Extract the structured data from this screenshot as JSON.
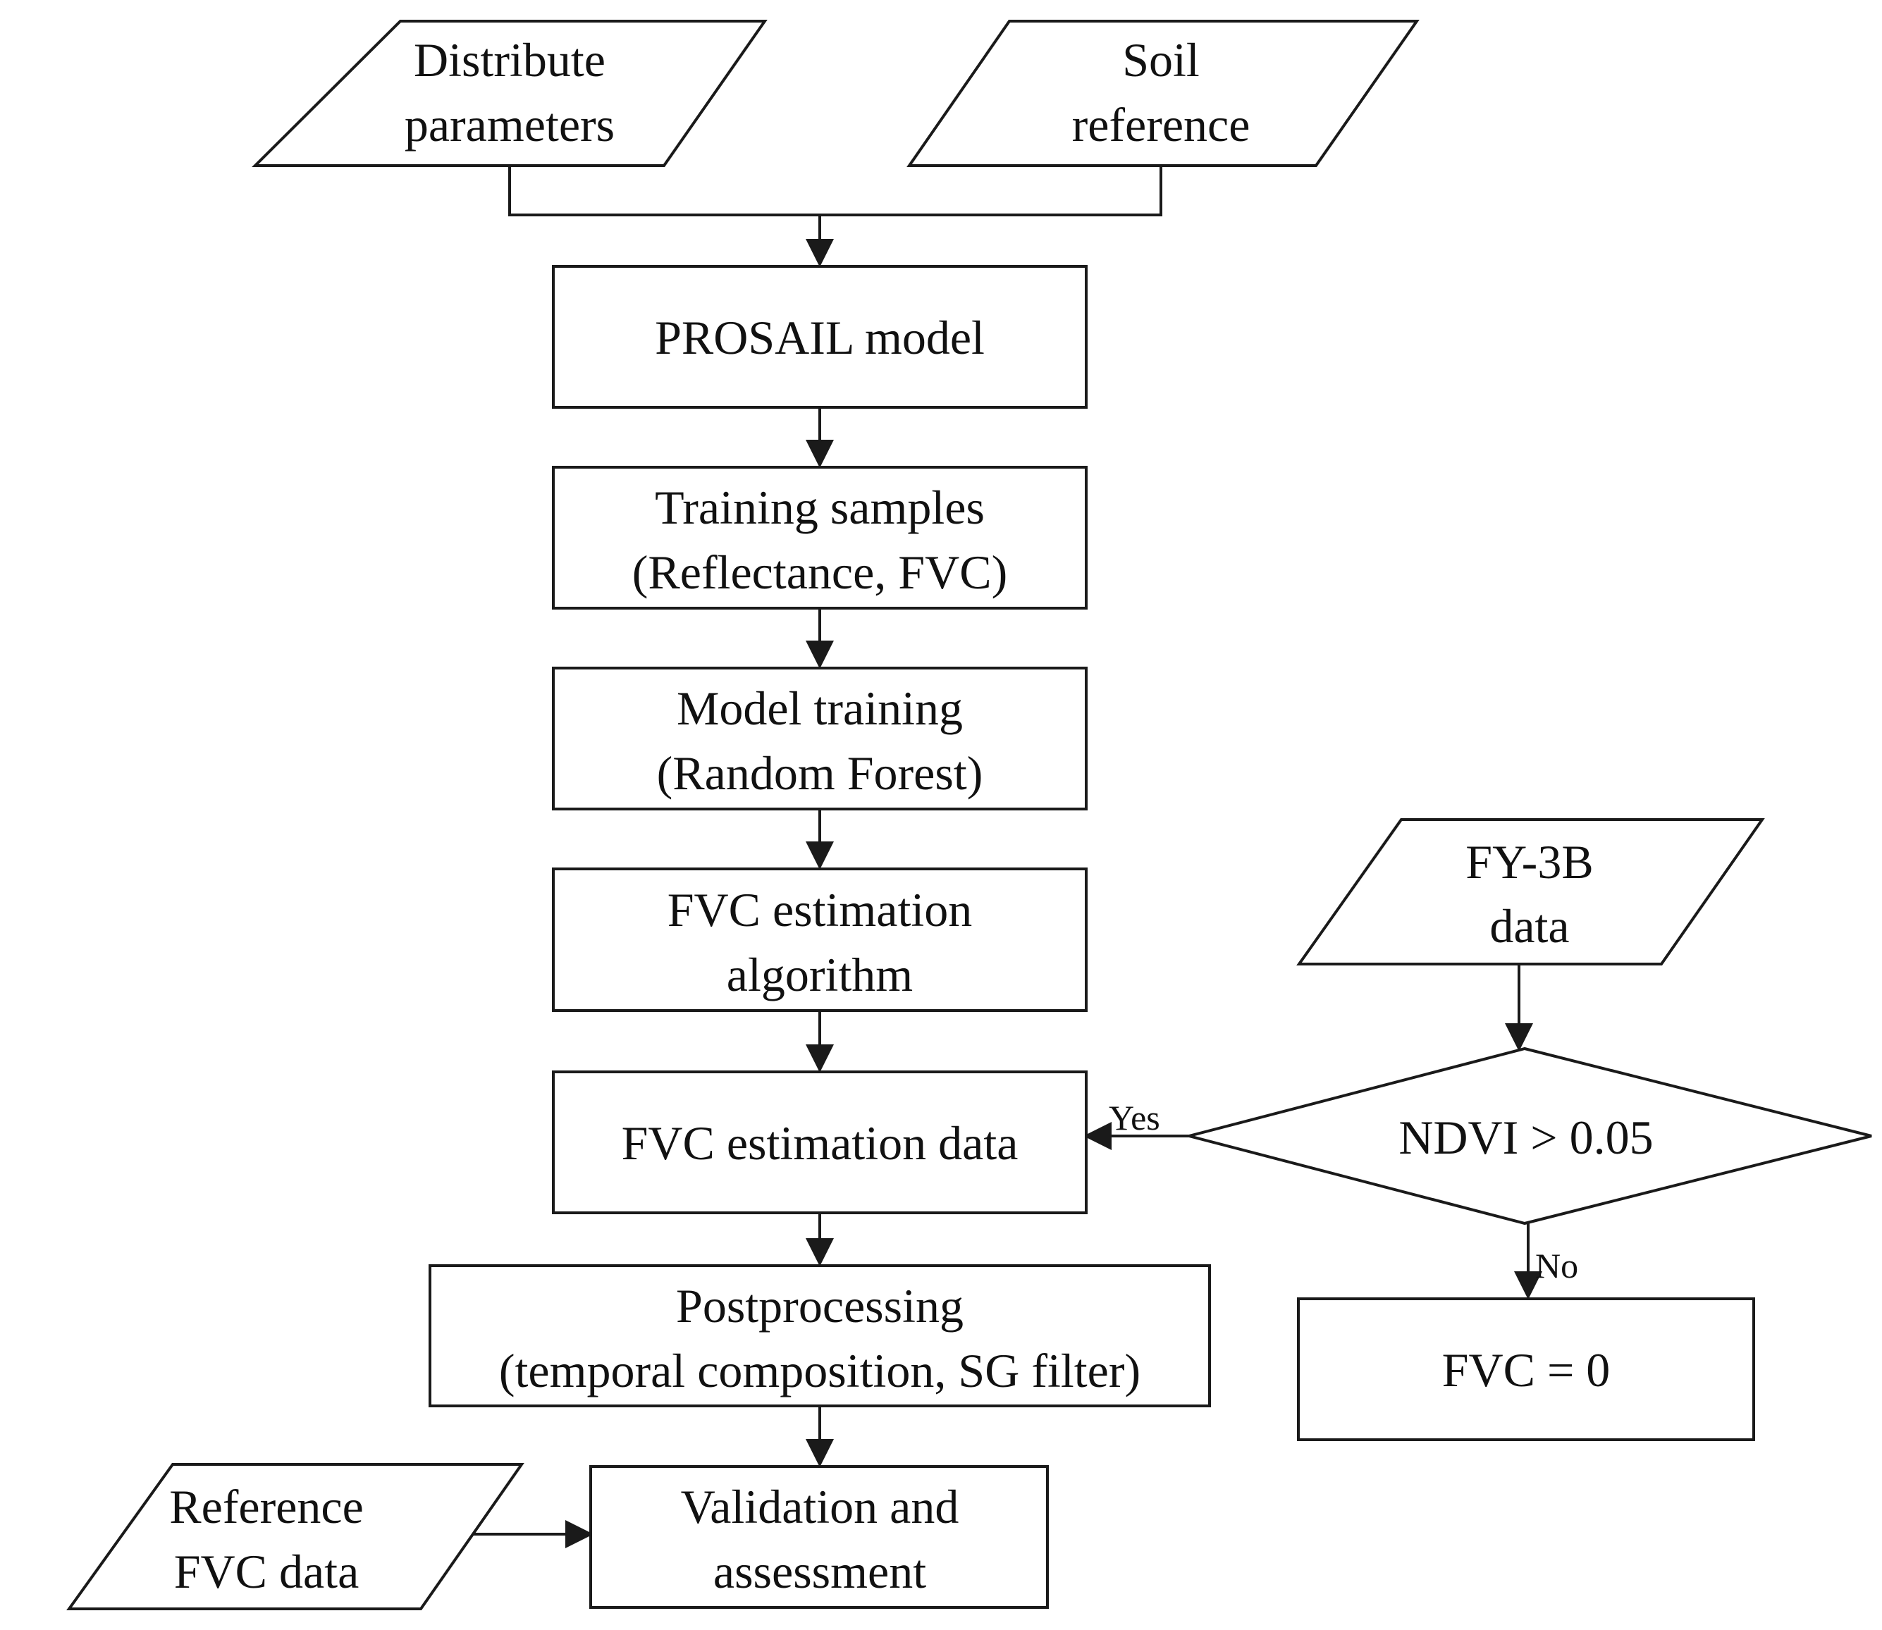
{
  "nodes": {
    "distribute_parameters": {
      "line1": "Distribute",
      "line2": "parameters"
    },
    "soil_reference": {
      "line1": "Soil",
      "line2": "reference"
    },
    "prosail_model": {
      "line1": "PROSAIL model"
    },
    "training_samples": {
      "line1": "Training samples",
      "line2": "(Reflectance, FVC)"
    },
    "model_training": {
      "line1": "Model training",
      "line2": "(Random Forest)"
    },
    "fvc_algorithm": {
      "line1": "FVC estimation",
      "line2": "algorithm"
    },
    "fvc_data": {
      "line1": "FVC estimation data"
    },
    "postprocessing": {
      "line1": "Postprocessing",
      "line2": "(temporal composition, SG filter)"
    },
    "validation": {
      "line1": "Validation and",
      "line2": "assessment"
    },
    "reference_fvc": {
      "line1": "Reference",
      "line2": "FVC data"
    },
    "fy3b_data": {
      "line1": "FY-3B",
      "line2": "data"
    },
    "ndvi_decision": {
      "line1": "NDVI > 0.05"
    },
    "fvc_zero": {
      "line1": "FVC = 0"
    }
  },
  "edges": {
    "yes_label": "Yes",
    "no_label": "No"
  }
}
